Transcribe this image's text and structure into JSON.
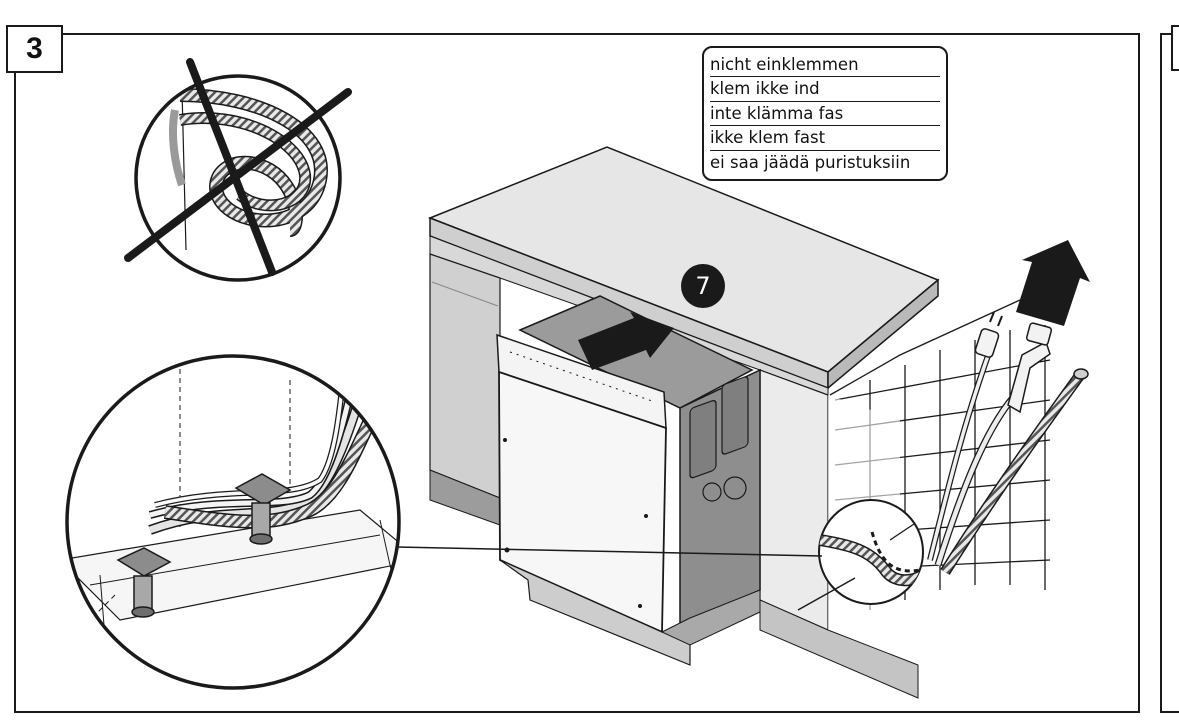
{
  "step": {
    "number": "3"
  },
  "warning_label": {
    "lines": [
      "nicht einklemmen",
      "klem ikke ind",
      "inte klämma fas",
      "ikke klem fast",
      "ei saa jäädä puristuksiin"
    ]
  },
  "callout": {
    "number": "7"
  },
  "icons": [
    "prohibited-hose-kink-icon",
    "push-direction-arrow-icon",
    "lift-up-arrow-icon",
    "magnifier-detail-icon"
  ],
  "colors": {
    "line": "#1a1a1a",
    "counter": "#d4d4d4",
    "dishwasher_side": "#8e8e8e",
    "door": "#f7f7f7"
  }
}
